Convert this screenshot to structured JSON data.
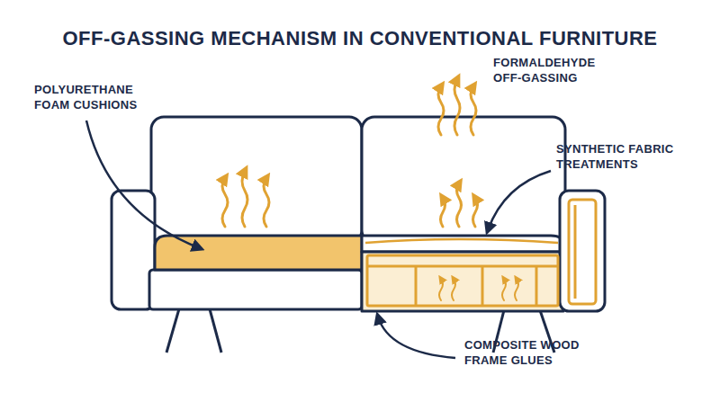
{
  "diagram": {
    "title": "OFF-GASSING MECHANISM IN CONVENTIONAL FURNITURE",
    "labels": [
      "POLYURETHANE FOAM CUSHIONS",
      "FORMALDEHYDE OFF-GASSING",
      "SYNTHETIC FABRIC TREATMENTS",
      "COMPOSITE WOOD FRAME GLUES"
    ]
  }
}
